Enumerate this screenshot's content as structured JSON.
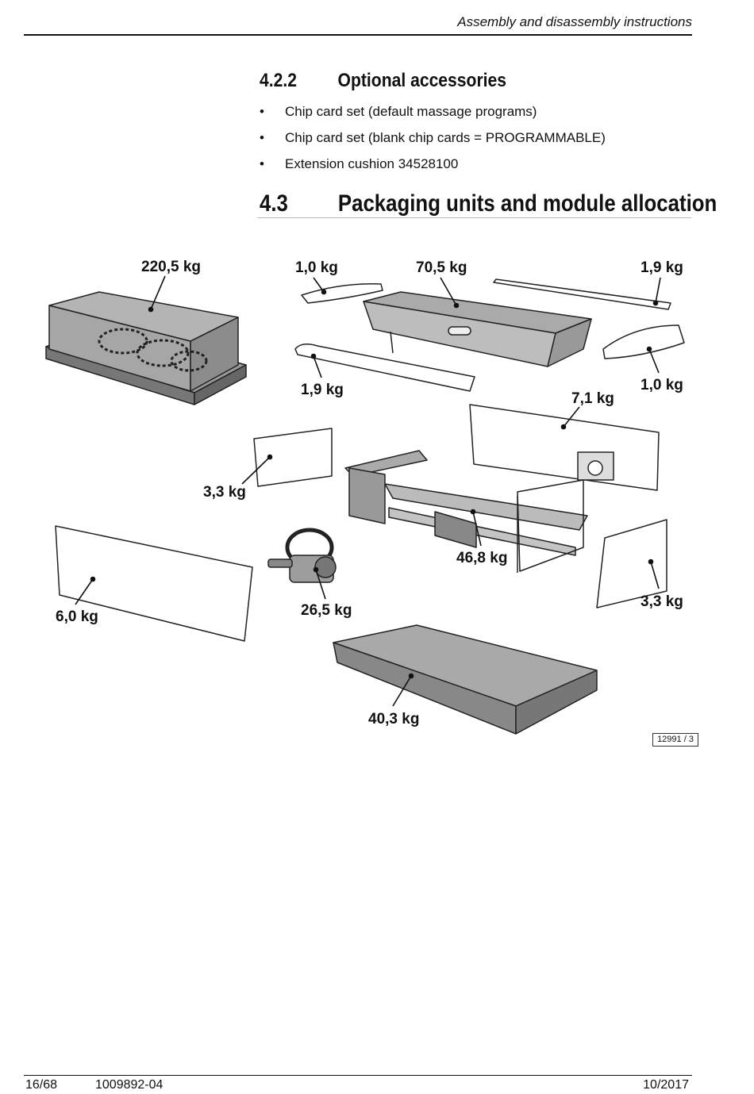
{
  "header": {
    "title": "Assembly and disassembly instructions"
  },
  "section_422": {
    "number": "4.2.2",
    "title": "Optional accessories",
    "items": [
      "Chip card set (default massage programs)",
      "Chip card set (blank chip cards = PROGRAMMABLE)",
      "Extension cushion 34528100"
    ],
    "bullet": "•"
  },
  "section_43": {
    "number": "4.3",
    "title": "Packaging units and module allocation"
  },
  "figure": {
    "labels": {
      "complete_unit": "220,5 kg",
      "head_cushion_small": "1,0 kg",
      "tub": "70,5 kg",
      "rail_right": "1,9 kg",
      "rail_left": "1,9 kg",
      "head_cushion_right": "1,0 kg",
      "back_panel": "7,1 kg",
      "side_panel_left": "3,3 kg",
      "frame": "46,8 kg",
      "side_panel_right": "3,3 kg",
      "front_panel": "6,0 kg",
      "pump": "26,5 kg",
      "pallet": "40,3 kg"
    },
    "id": "12991 / 3"
  },
  "footer": {
    "page": "16/68",
    "doc_number": "1009892-04",
    "date": "10/2017"
  }
}
